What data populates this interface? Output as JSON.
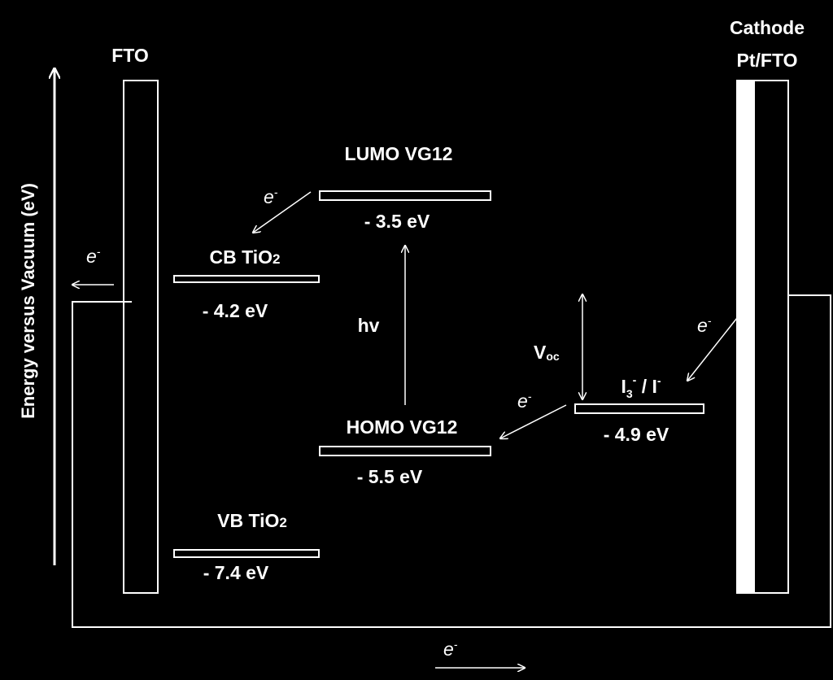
{
  "colors": {
    "background": "#000000",
    "foreground": "#ffffff"
  },
  "axis": {
    "label": "Energy versus Vacuum (eV)"
  },
  "electrodes": {
    "fto": {
      "label": "FTO"
    },
    "cathode": {
      "label_line1": "Cathode",
      "label_line2": "Pt/FTO"
    }
  },
  "levels": {
    "lumo": {
      "name": "LUMO VG12",
      "value": "- 3.5 eV"
    },
    "homo": {
      "name": "HOMO VG12",
      "value": "- 5.5 eV"
    },
    "cb": {
      "name_main": "CB TiO",
      "name_sub": "2",
      "value": "- 4.2 eV"
    },
    "vb": {
      "name_main": "VB TiO",
      "name_sub": "2",
      "value": "- 7.4 eV"
    },
    "redox": {
      "i3": "I",
      "i3_sub": "3",
      "i3_sup": "-",
      "sep": " / I",
      "i_sup": "-",
      "value": "- 4.9 eV"
    }
  },
  "annotations": {
    "electron": "e",
    "electron_sup": "-",
    "hv": "hv",
    "voc_main": "V",
    "voc_sub": "oc"
  }
}
